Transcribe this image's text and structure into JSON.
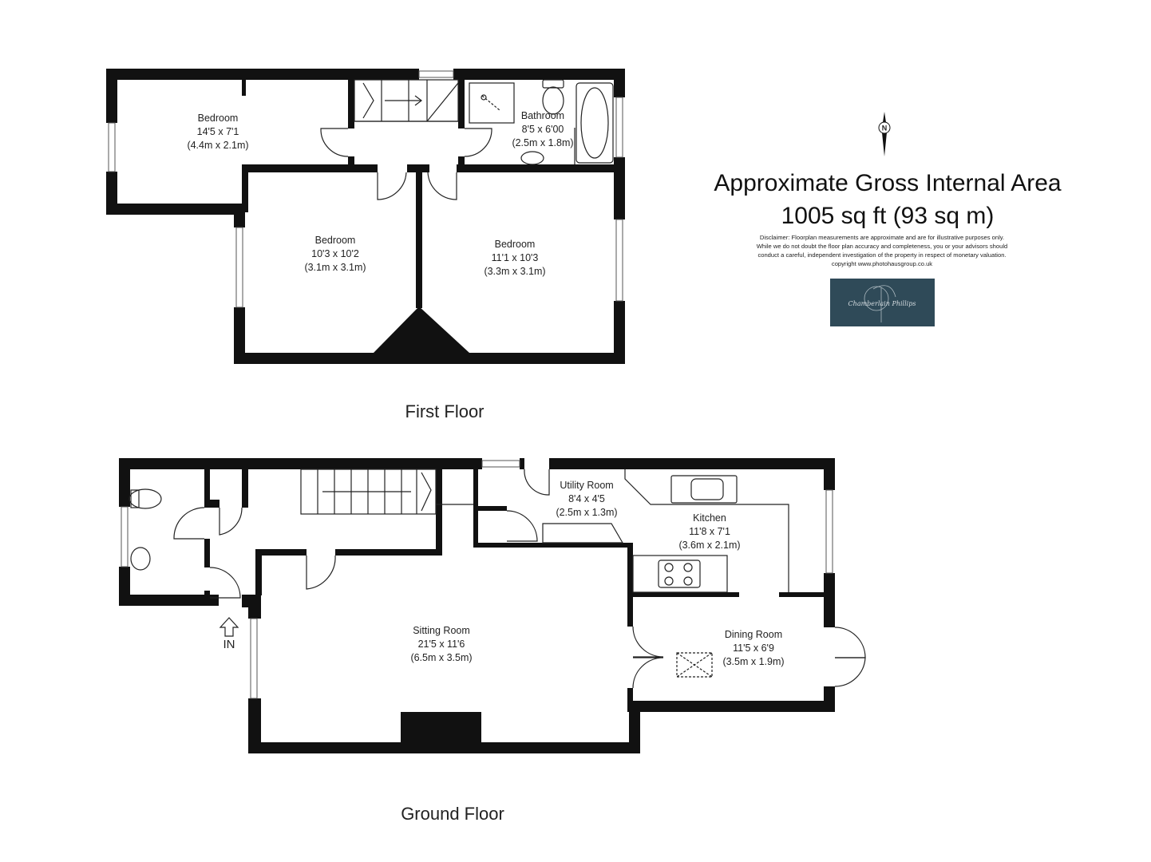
{
  "summary": {
    "title": "Approximate Gross Internal Area",
    "area": "1005 sq ft (93 sq m)",
    "disclaimer": [
      "Disclaimer: Floorplan measurements are approximate and are for illustrative purposes only.",
      "While we do not doubt the floor plan accuracy and completeness, you or your advisors should",
      "conduct a careful, independent investigation of the property in respect of monetary valuation.",
      "copyright www.photohausgroup.co.uk"
    ],
    "compass_letter": "N"
  },
  "logo": {
    "text": "Chamberlain Phillips",
    "color": "#2f4a58"
  },
  "floors": {
    "first": {
      "label": "First Floor"
    },
    "ground": {
      "label": "Ground Floor"
    }
  },
  "rooms": {
    "bed1": {
      "name": "Bedroom",
      "imperial": "14'5 x 7'1",
      "metric": "(4.4m x 2.1m)"
    },
    "bath": {
      "name": "Bathroom",
      "imperial": "8'5 x 6'00",
      "metric": "(2.5m x 1.8m)"
    },
    "bed2": {
      "name": "Bedroom",
      "imperial": "10'3 x 10'2",
      "metric": "(3.1m x 3.1m)"
    },
    "bed3": {
      "name": "Bedroom",
      "imperial": "11'1 x 10'3",
      "metric": "(3.3m x 3.1m)"
    },
    "utility": {
      "name": "Utility Room",
      "imperial": "8'4 x 4'5",
      "metric": "(2.5m x 1.3m)"
    },
    "kitchen": {
      "name": "Kitchen",
      "imperial": "11'8 x 7'1",
      "metric": "(3.6m x 2.1m)"
    },
    "sitting": {
      "name": "Sitting Room",
      "imperial": "21'5 x 11'6",
      "metric": "(6.5m x 3.5m)"
    },
    "dining": {
      "name": "Dining Room",
      "imperial": "11'5 x 6'9",
      "metric": "(3.5m x 1.9m)"
    }
  },
  "entrance_label": "IN"
}
